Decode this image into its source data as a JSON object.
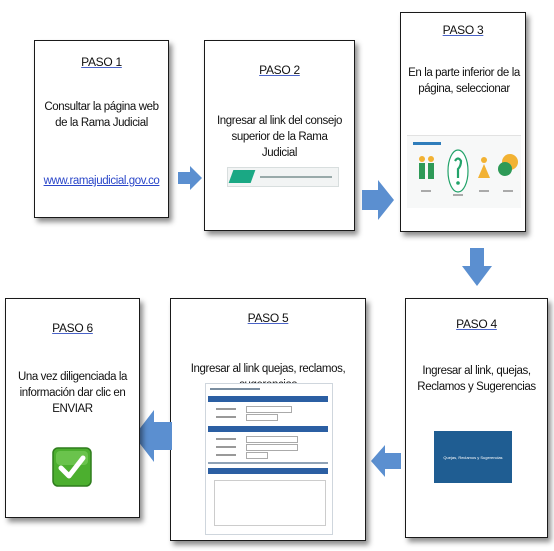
{
  "steps": [
    {
      "title": "PASO 1",
      "text": "Consultar la página web de la Rama Judicial",
      "link": "www.ramajudicial.gov.co"
    },
    {
      "title": "PASO 2",
      "text": "Ingresar al link del consejo superior de la Rama Judicial"
    },
    {
      "title": "PASO 3",
      "text": "En la parte inferior de la página, seleccionar"
    },
    {
      "title": "PASO 4",
      "text": "Ingresar al link, quejas, Reclamos y Sugerencias",
      "tile": "Quejas, Reclamos y Sugerencias"
    },
    {
      "title": "PASO 5",
      "text": "Ingresar al link quejas, reclamos, sugerencias"
    },
    {
      "title": "PASO 6",
      "text": "Una vez diligenciada la información dar clic en ENVIAR"
    }
  ],
  "colors": {
    "arrow": "#5b8fd0",
    "tile": "#1f5d92",
    "check": "#4caf2f",
    "banner": "#1aa884"
  },
  "icons": [
    "arrow-right-icon",
    "arrow-down-icon",
    "arrow-left-icon",
    "checkmark-icon"
  ]
}
